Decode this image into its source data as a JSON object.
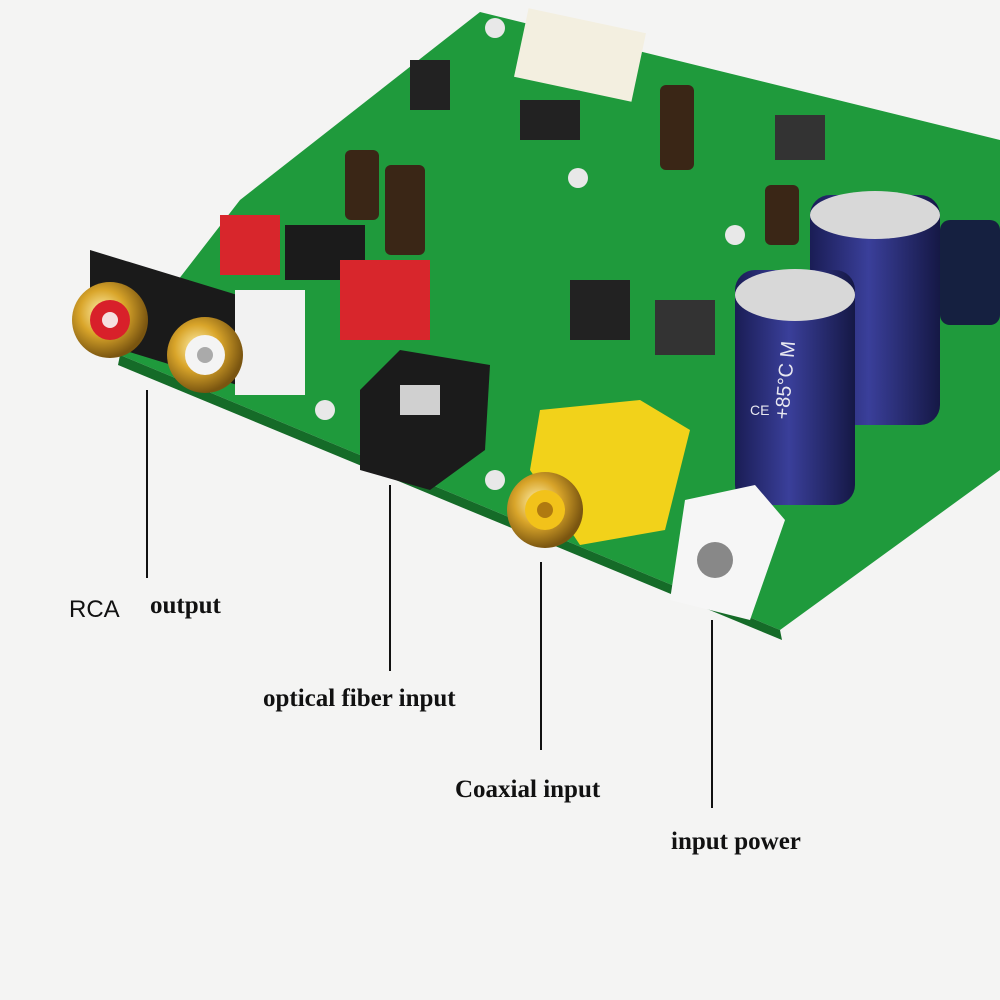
{
  "labels": {
    "rca": "RCA",
    "output": "output",
    "optical": "optical fiber input",
    "coaxial": "Coaxial input",
    "power": "input power"
  },
  "capacitor_marking": {
    "rating": "+85°C M",
    "ce": "CE"
  },
  "colors": {
    "board": "#1f9a3c",
    "capacitor": "#2b2f7a",
    "rca_red": "#d8202a",
    "coax_yellow": "#f2d21a"
  }
}
